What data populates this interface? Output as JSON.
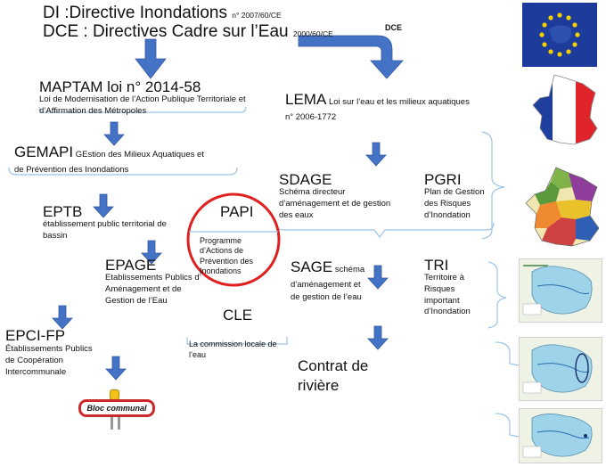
{
  "header": {
    "di_title": "DI :Directive Inondations",
    "di_ref": "n° 2007/60/CE",
    "dce_title": "DCE : Directives Cadre sur l’Eau",
    "dce_ref": "2000/60/CE"
  },
  "arrow_label_dce": "DCE",
  "maptam": {
    "title": "MAPTAM loi n° 2014-58",
    "desc": "Loi de Modernisation de l’Action Publique Territoriale et d’Affirmation des Métropoles"
  },
  "lema": {
    "title": "LEMA",
    "desc": "Loi sur l’eau et les milieux aquatiques n° 2006-1772"
  },
  "gemapi": {
    "title": "GEMAPI",
    "desc": "GEstion des Milieux Aquatiques et de Prévention des Inondations"
  },
  "sdage": {
    "title": "SDAGE",
    "desc": "Schéma directeur d’aménagement et de gestion des eaux"
  },
  "pgri": {
    "title": "PGRI",
    "desc": "Plan de Gestion des Risques d’Inondation"
  },
  "eptb": {
    "title": "EPTB",
    "desc": "établissement public territorial de bassin"
  },
  "papi": {
    "title": "PAPI",
    "desc": "Programme d’Actions de Prévention des Inondations"
  },
  "epage": {
    "title": "EPAGE",
    "desc": "Etablissements Publics d’ Aménagement et de Gestion de l’Eau"
  },
  "sage": {
    "title": "SAGE",
    "desc_inline": "schéma",
    "desc": "d’aménagement et de gestion de l’eau"
  },
  "tri": {
    "title": "TRI",
    "desc": "Territoire à Risques important d’Inondation"
  },
  "cle": {
    "title": "CLE",
    "desc": "La commission locale de l’eau"
  },
  "epci": {
    "title": "EPCI-FP",
    "desc": "Établissements Publics de Coopération Intercommunale"
  },
  "contrat": {
    "title": "Contrat de rivière"
  },
  "bloc": {
    "label": "Bloc communal"
  },
  "colors": {
    "arrow_blue": "#4472c4",
    "line_blue": "#9dc3e6",
    "papi_circle": "#e02020",
    "sign_red": "#cc2a2a",
    "eu_blue": "#1d3b9a",
    "eu_star": "#f5d000",
    "fr_blue": "#1f3f9e",
    "fr_red": "#e0242c"
  },
  "icons": [
    "eu-flag-icon",
    "france-flag-map-icon",
    "france-basins-map-icon",
    "basin-map-icon",
    "road-sign-icon"
  ]
}
